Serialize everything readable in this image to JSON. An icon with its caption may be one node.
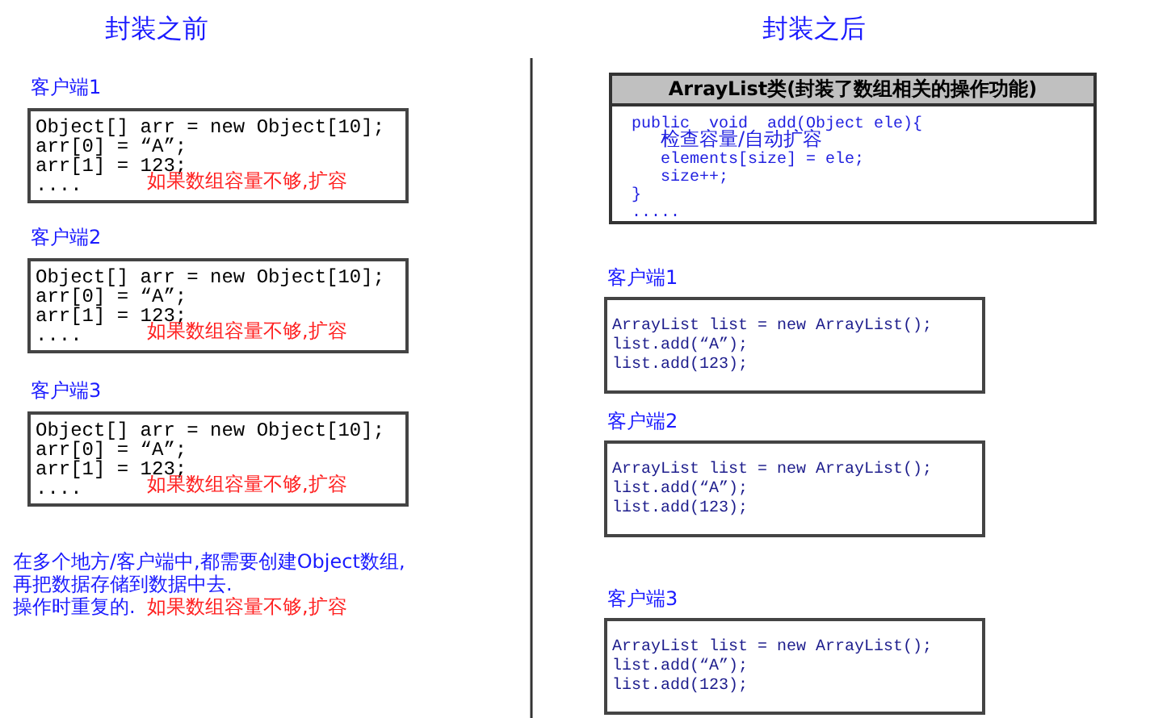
{
  "diagram": {
    "nodes": [
      {
        "text": [
          "客户端1",
          "Object[] arr = new Object[10];",
          "arr[0] = “A”;",
          "arr[1] = 123;",
          "....",
          "如果数组容量不够,扩容"
        ]
      },
      {
        "text": [
          "客户端2",
          "Object[] arr = new Object[10];",
          "arr[0] = “A”;",
          "arr[1] = 123;",
          "....",
          "如果数组容量不够,扩容"
        ]
      },
      {
        "text": [
          "客户端3",
          "Object[] arr = new Object[10];",
          "arr[0] = “A”;",
          "arr[1] = 123;",
          "....",
          "如果数组容量不够,扩容"
        ]
      },
      {
        "text": [
          "ArrayList类(封装了数组相关的操作功能)",
          "public  void  add(Object ele){",
          "检查容量/自动扩容",
          "elements[size] = ele;",
          "size++;",
          "}",
          "....."
        ]
      },
      {
        "text": [
          "客户端1",
          "ArrayList list = new ArrayList();",
          "list.add(“A”);",
          "list.add(123);"
        ]
      },
      {
        "text": [
          "客户端2",
          "ArrayList list = new ArrayList();",
          "list.add(“A”);",
          "list.add(123);"
        ]
      },
      {
        "text": [
          "客户端3",
          "ArrayList list = new ArrayList();",
          "list.add(“A”);",
          "list.add(123);"
        ]
      }
    ],
    "edges": [],
    "labels": [
      "封装之前",
      "封装之后",
      "在多个地方/客户端中,都需要创建Object数组,",
      "再把数据存储到数据中去.",
      "操作时重复的.",
      "如果数组容量不够,扩容"
    ]
  }
}
